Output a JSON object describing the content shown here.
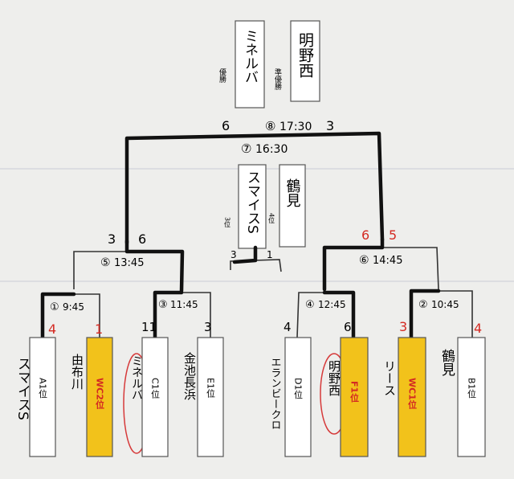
{
  "final": {
    "winner_label": "優勝",
    "runner_label": "準優勝",
    "winner_name": "ミネルバ",
    "runner_name": "明野西",
    "match_no": "⑧",
    "match_time": "17:30",
    "score_left": "6",
    "score_right": "3"
  },
  "third_place": {
    "match_no": "⑦",
    "match_time": "16:30",
    "third_label": "3位",
    "fourth_label": "4位",
    "third_name": "スマイスS",
    "fourth_name": "鶴見",
    "score_left": "3",
    "score_right": "1"
  },
  "semis": [
    {
      "match_no": "⑤",
      "match_time": "13:45",
      "score_left": "3",
      "score_right": "6"
    },
    {
      "match_no": "⑥",
      "match_time": "14:45",
      "score_left": "6",
      "score_right": "5"
    }
  ],
  "quarters": [
    {
      "match_no": "①",
      "match_time": "9:45",
      "score_left": "4",
      "score_right": "1"
    },
    {
      "match_no": "③",
      "match_time": "11:45",
      "score_left": "11",
      "score_right": "3"
    },
    {
      "match_no": "④",
      "match_time": "12:45",
      "score_left": "4",
      "score_right": "6"
    },
    {
      "match_no": "②",
      "match_time": "10:45",
      "score_left": "3",
      "score_right": "4"
    }
  ],
  "slots": [
    {
      "seed": "A1位",
      "team": "スマイスS",
      "wc": false
    },
    {
      "seed": "WC2位",
      "team": "由布川",
      "wc": true
    },
    {
      "seed": "C1位",
      "team": "ミネルバ",
      "wc": false
    },
    {
      "seed": "E1位",
      "team": "金池長浜",
      "wc": false
    },
    {
      "seed": "D1位",
      "team": "エランビークロ",
      "wc": false
    },
    {
      "seed": "F1位",
      "team": "明野西",
      "wc": true
    },
    {
      "seed": "WC1位",
      "team": "リース",
      "wc": true
    },
    {
      "seed": "B1位",
      "team": "鶴見",
      "wc": false
    }
  ],
  "colors": {
    "score_red": "#d42a22",
    "score_black": "#222222",
    "wc_fill": "#f2c21b",
    "circle": "#d63a3a"
  }
}
